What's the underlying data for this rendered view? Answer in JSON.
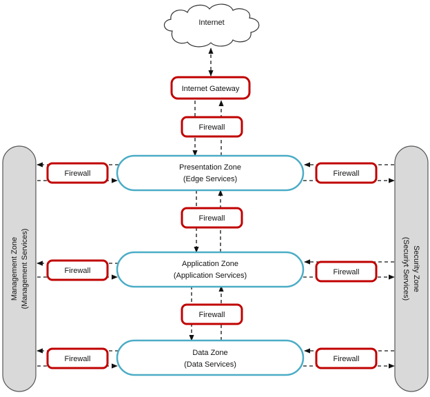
{
  "colors": {
    "firewall_border": "#c00000",
    "zone_border": "#4bacc6",
    "side_fill": "#d9d9d9",
    "side_border": "#555555",
    "line": "#111111"
  },
  "internet": {
    "label": "Internet"
  },
  "gateway": {
    "label": "Internet Gateway"
  },
  "firewall_label": "Firewall",
  "zones": {
    "presentation": {
      "line1": "Presentation Zone",
      "line2": "(Edge Services)"
    },
    "application": {
      "line1": "Application Zone",
      "line2": "(Application Services)"
    },
    "data": {
      "line1": "Data Zone",
      "line2": "(Data Services)"
    }
  },
  "management": {
    "line1": "Management Zone",
    "line2": "(Management Services)"
  },
  "security": {
    "line1": "Security Zone",
    "line2": "(Securiyt Services)"
  }
}
